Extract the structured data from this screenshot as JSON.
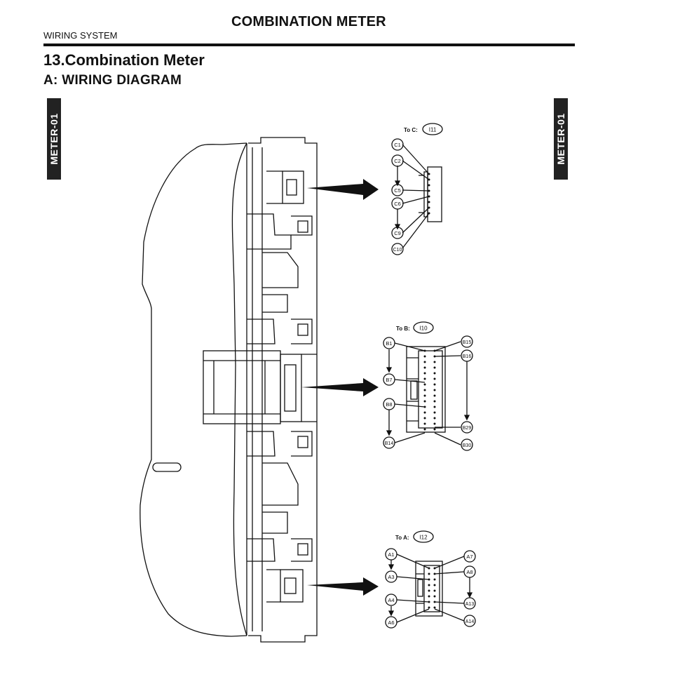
{
  "header": {
    "title": "COMBINATION METER",
    "section": "WIRING SYSTEM"
  },
  "page": {
    "heading": "13.Combination Meter",
    "subheading": "A:  WIRING DIAGRAM",
    "side_tab": "METER-01"
  },
  "connectors": [
    {
      "to_label": "To C:",
      "code": "I11",
      "pins": [
        "C1",
        "C2",
        "C5",
        "C6",
        "C9",
        "C10"
      ]
    },
    {
      "to_label": "To B:",
      "code": "I10",
      "pins": [
        "B1",
        "B7",
        "B8",
        "B14",
        "B15",
        "B16",
        "B29",
        "B30"
      ]
    },
    {
      "to_label": "To A:",
      "code": "I12",
      "pins": [
        "A1",
        "A3",
        "A4",
        "A6",
        "A7",
        "A8",
        "A13",
        "A14"
      ]
    }
  ],
  "colors": {
    "ink": "#111111",
    "tab_background": "#222222",
    "tab_text": "#ffffff"
  }
}
